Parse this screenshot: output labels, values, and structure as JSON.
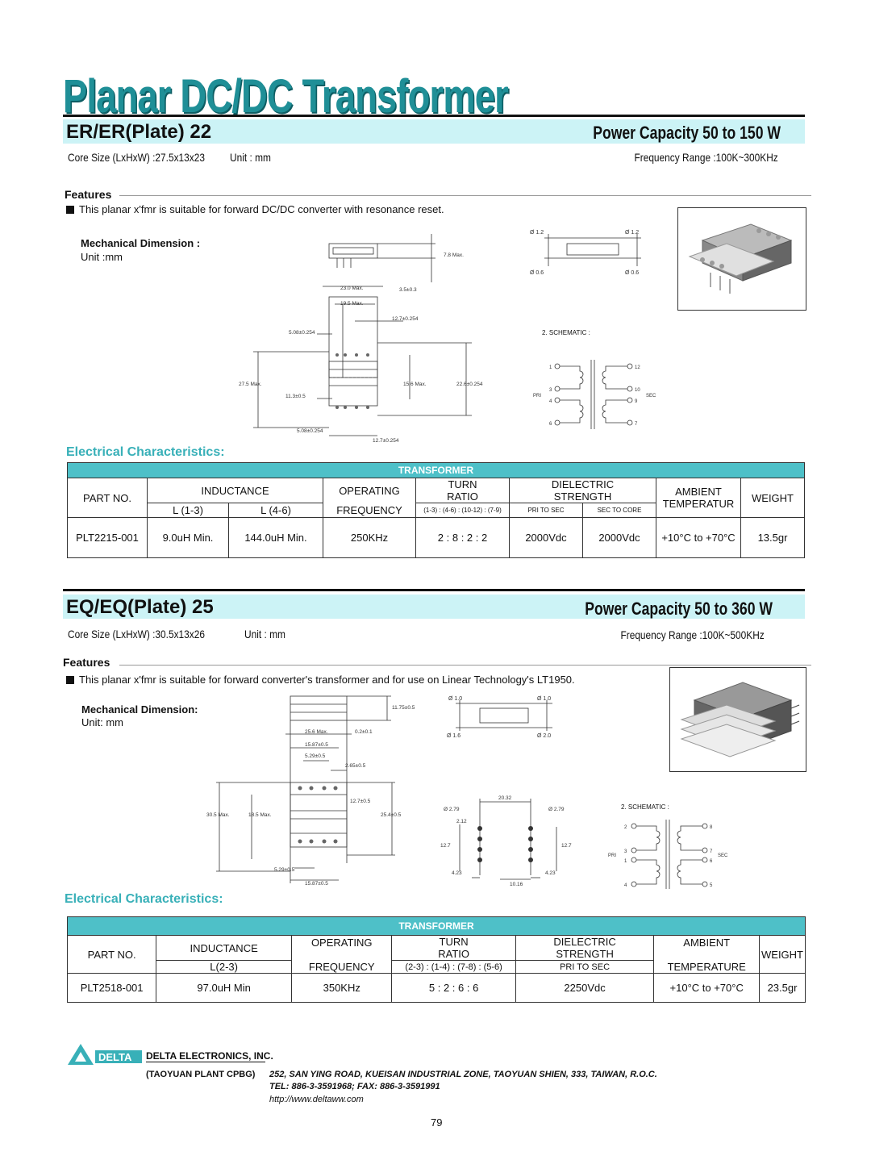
{
  "title": "Planar DC/DC Transformer",
  "sections": [
    {
      "model": "ER/ER(Plate) 22",
      "power": "Power Capacity  50 to 150 W",
      "core_size": "Core Size (LxHxW) :27.5x13x23",
      "unit": "Unit : mm",
      "freq_range": "Frequency Range :100K~300KHz",
      "features_label": "Features",
      "feature_text": "This planar x'fmr is suitable for forward DC/DC converter with resonance reset.",
      "mech_label": "Mechanical Dimension :",
      "mech_unit": "Unit :mm",
      "dims": {
        "d1": "7.8 Max.",
        "d2": "23.0 Max.",
        "d3": "3.5±0.3",
        "d4": "19.5 Max.",
        "d5": "12.7±0.254",
        "d6": "5.08±0.254",
        "d7": "27.5 Max.",
        "d8": "15.6 Max.",
        "d9": "22.6±0.254",
        "d10": "11.3±0.5",
        "d11": "5.08±0.254",
        "d12": "12.7±0.254",
        "pin1": "Ø 1.2",
        "pin2": "Ø 1.2",
        "pin3": "Ø 0.6",
        "pin4": "Ø 0.6"
      },
      "schematic_label": "2. SCHEMATIC :",
      "schematic_pins": {
        "p1": "1",
        "p12": "12",
        "p3": "3",
        "p10": "10",
        "p4": "4",
        "p9": "9",
        "p6": "6",
        "p7": "7",
        "pri": "PRI",
        "sec": "SEC"
      },
      "elec_label": "Electrical Characteristics:",
      "table": {
        "head": "TRANSFORMER",
        "part_no": "PART NO.",
        "inductance": "INDUCTANCE",
        "l1": "L (1-3)",
        "l2": "L (4-6)",
        "operating": "OPERATING",
        "frequency": "FREQUENCY",
        "turn": "TURN",
        "ratio": "RATIO",
        "ratio_sub": "(1-3) : (4-6) : (10-12) : (7-9)",
        "dielectric": "DIELECTRIC",
        "strength": "STRENGTH",
        "pri_sec": "PRI TO SEC",
        "sec_core": "SEC  TO CORE",
        "ambient": "AMBIENT",
        "temperature": "TEMPERATUR",
        "weight": "WEIGHT",
        "row": {
          "part": "PLT2215-001",
          "l1": "9.0uH Min.",
          "l2": "144.0uH Min.",
          "freq": "250KHz",
          "ratio": "2  :  8  :   2   :  2",
          "pri_sec": "2000Vdc",
          "sec_core": "2000Vdc",
          "temp": "+10°C to +70°C",
          "weight": "13.5gr"
        }
      }
    },
    {
      "model": "EQ/EQ(Plate) 25",
      "power": "Power Capacity  50 to 360 W",
      "core_size": "Core Size (LxHxW) :30.5x13x26",
      "unit": "Unit : mm",
      "freq_range": "Frequency Range :100K~500KHz",
      "features_label": "Features",
      "feature_text": "This planar x'fmr is suitable for forward converter's transformer and for use on Linear Technology's LT1950.",
      "mech_label": "Mechanical Dimension:",
      "mech_unit": "Unit: mm",
      "dims": {
        "d1": "11.75±0.5",
        "d2": "25.6 Max.",
        "d3": "0.2±0.1",
        "d4": "15.87±0.5",
        "d5": "5.29±0.5",
        "d6": "2.65±0.5",
        "d7": "12.7±0.5",
        "d8": "30.5 Max.",
        "d9": "18.5 Max.",
        "d10": "25.4±0.5",
        "d11": "5.29±0.5",
        "d12": "15.87±0.5",
        "pin1": "Ø 1.0",
        "pin2": "Ø 1.0",
        "pin3": "Ø 1.6",
        "pin4": "Ø 2.0",
        "fp1": "20.32",
        "fp2": "Ø 2.79",
        "fp3": "Ø 2.79",
        "fp4": "2.12",
        "fp5": "12.7",
        "fp6": "12.7",
        "fp7": "4.23",
        "fp8": "4.23",
        "fp9": "10.16"
      },
      "schematic_label": "2. SCHEMATIC :",
      "schematic_pins": {
        "p2": "2",
        "p8": "8",
        "p3": "3",
        "p7": "7",
        "p1": "1",
        "p6": "6",
        "p4": "4",
        "p5": "5",
        "pri": "PRI",
        "sec": "SEC"
      },
      "elec_label": "Electrical Characteristics:",
      "table": {
        "head": "TRANSFORMER",
        "part_no": "PART NO.",
        "inductance": "INDUCTANCE",
        "l1": "L(2-3)",
        "operating": "OPERATING",
        "frequency": "FREQUENCY",
        "turn": "TURN",
        "ratio": "RATIO",
        "ratio_sub": "(2-3) : (1-4) : (7-8) : (5-6)",
        "dielectric": "DIELECTRIC",
        "strength": "STRENGTH",
        "pri_sec": "PRI  TO  SEC",
        "ambient": "AMBIENT",
        "temperature": "TEMPERATURE",
        "weight": "WEIGHT",
        "row": {
          "part": "PLT2518-001",
          "l1": "97.0uH Min",
          "freq": "350KHz",
          "ratio": "5  :    2   :    6  :   6",
          "pri_sec": "2250Vdc",
          "temp": "+10°C to +70°C",
          "weight": "23.5gr"
        }
      }
    }
  ],
  "footer": {
    "logo_text": "DELTA",
    "company": "DELTA ELECTRONICS, INC.",
    "plant": "(TAOYUAN PLANT CPBG)",
    "address": "252, SAN YING ROAD, KUEISAN INDUSTRIAL ZONE, TAOYUAN SHIEN, 333, TAIWAN, R.O.C.",
    "tel": "TEL: 886-3-3591968; FAX: 886-3-3591991",
    "url": "http://www.deltaww.com",
    "page": "79"
  },
  "colors": {
    "accent": "#4ec0c8",
    "band": "#ccf3f6",
    "title": "#1f8f97"
  }
}
